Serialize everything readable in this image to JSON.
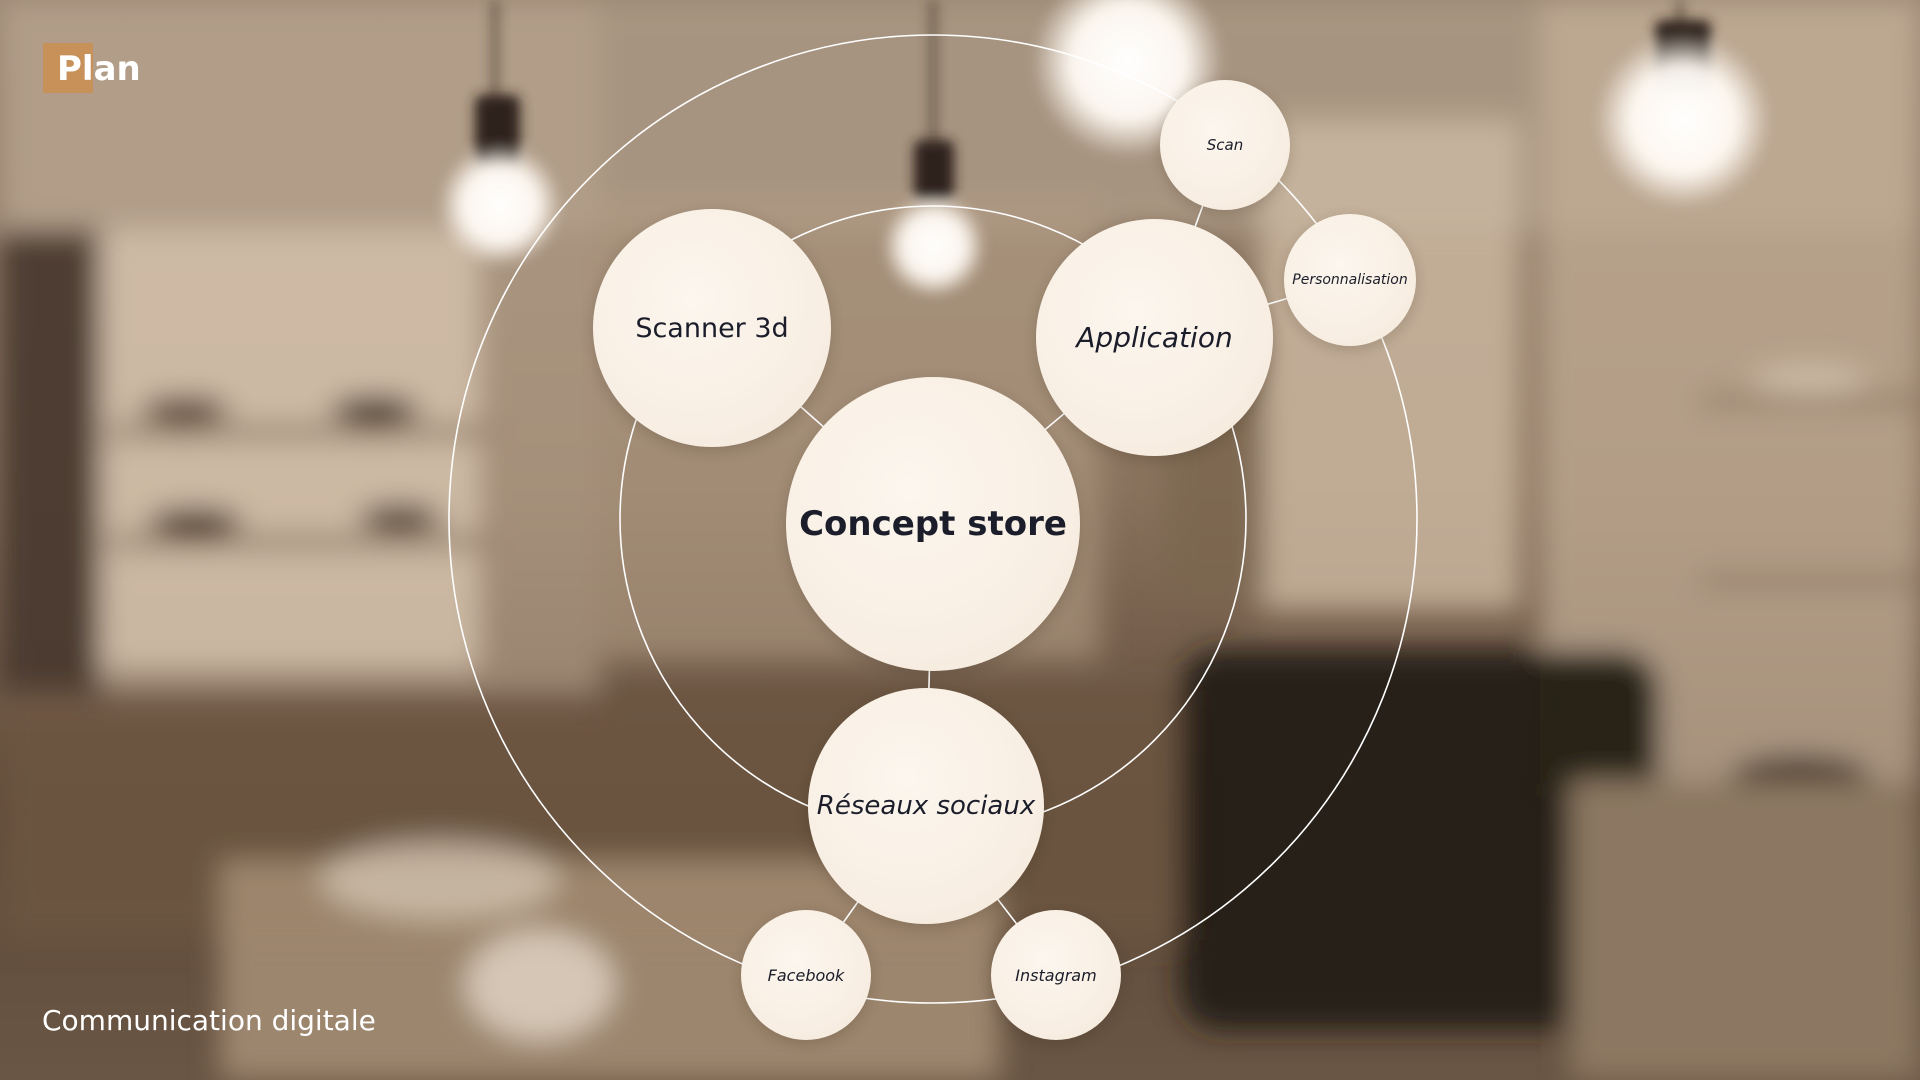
{
  "header": {
    "title": "Plan",
    "accent_color": "#c9915a"
  },
  "footer": {
    "caption": "Communication digitale"
  },
  "diagram": {
    "type": "concentric-bubble-map",
    "ring_color": "#ffffff",
    "node_color": "#f8eee3",
    "text_color": "#1b1d2a",
    "nodes": {
      "concept": "Concept store",
      "scanner": "Scanner 3d",
      "application": "Application",
      "reseaux": "Réseaux sociaux",
      "scan": "Scan",
      "personnalisation": "Personnalisation",
      "facebook": "Facebook",
      "instagram": "Instagram"
    },
    "edges": [
      [
        "concept",
        "scanner"
      ],
      [
        "concept",
        "application"
      ],
      [
        "concept",
        "reseaux"
      ],
      [
        "application",
        "scan"
      ],
      [
        "application",
        "personnalisation"
      ],
      [
        "reseaux",
        "facebook"
      ],
      [
        "reseaux",
        "instagram"
      ]
    ]
  }
}
